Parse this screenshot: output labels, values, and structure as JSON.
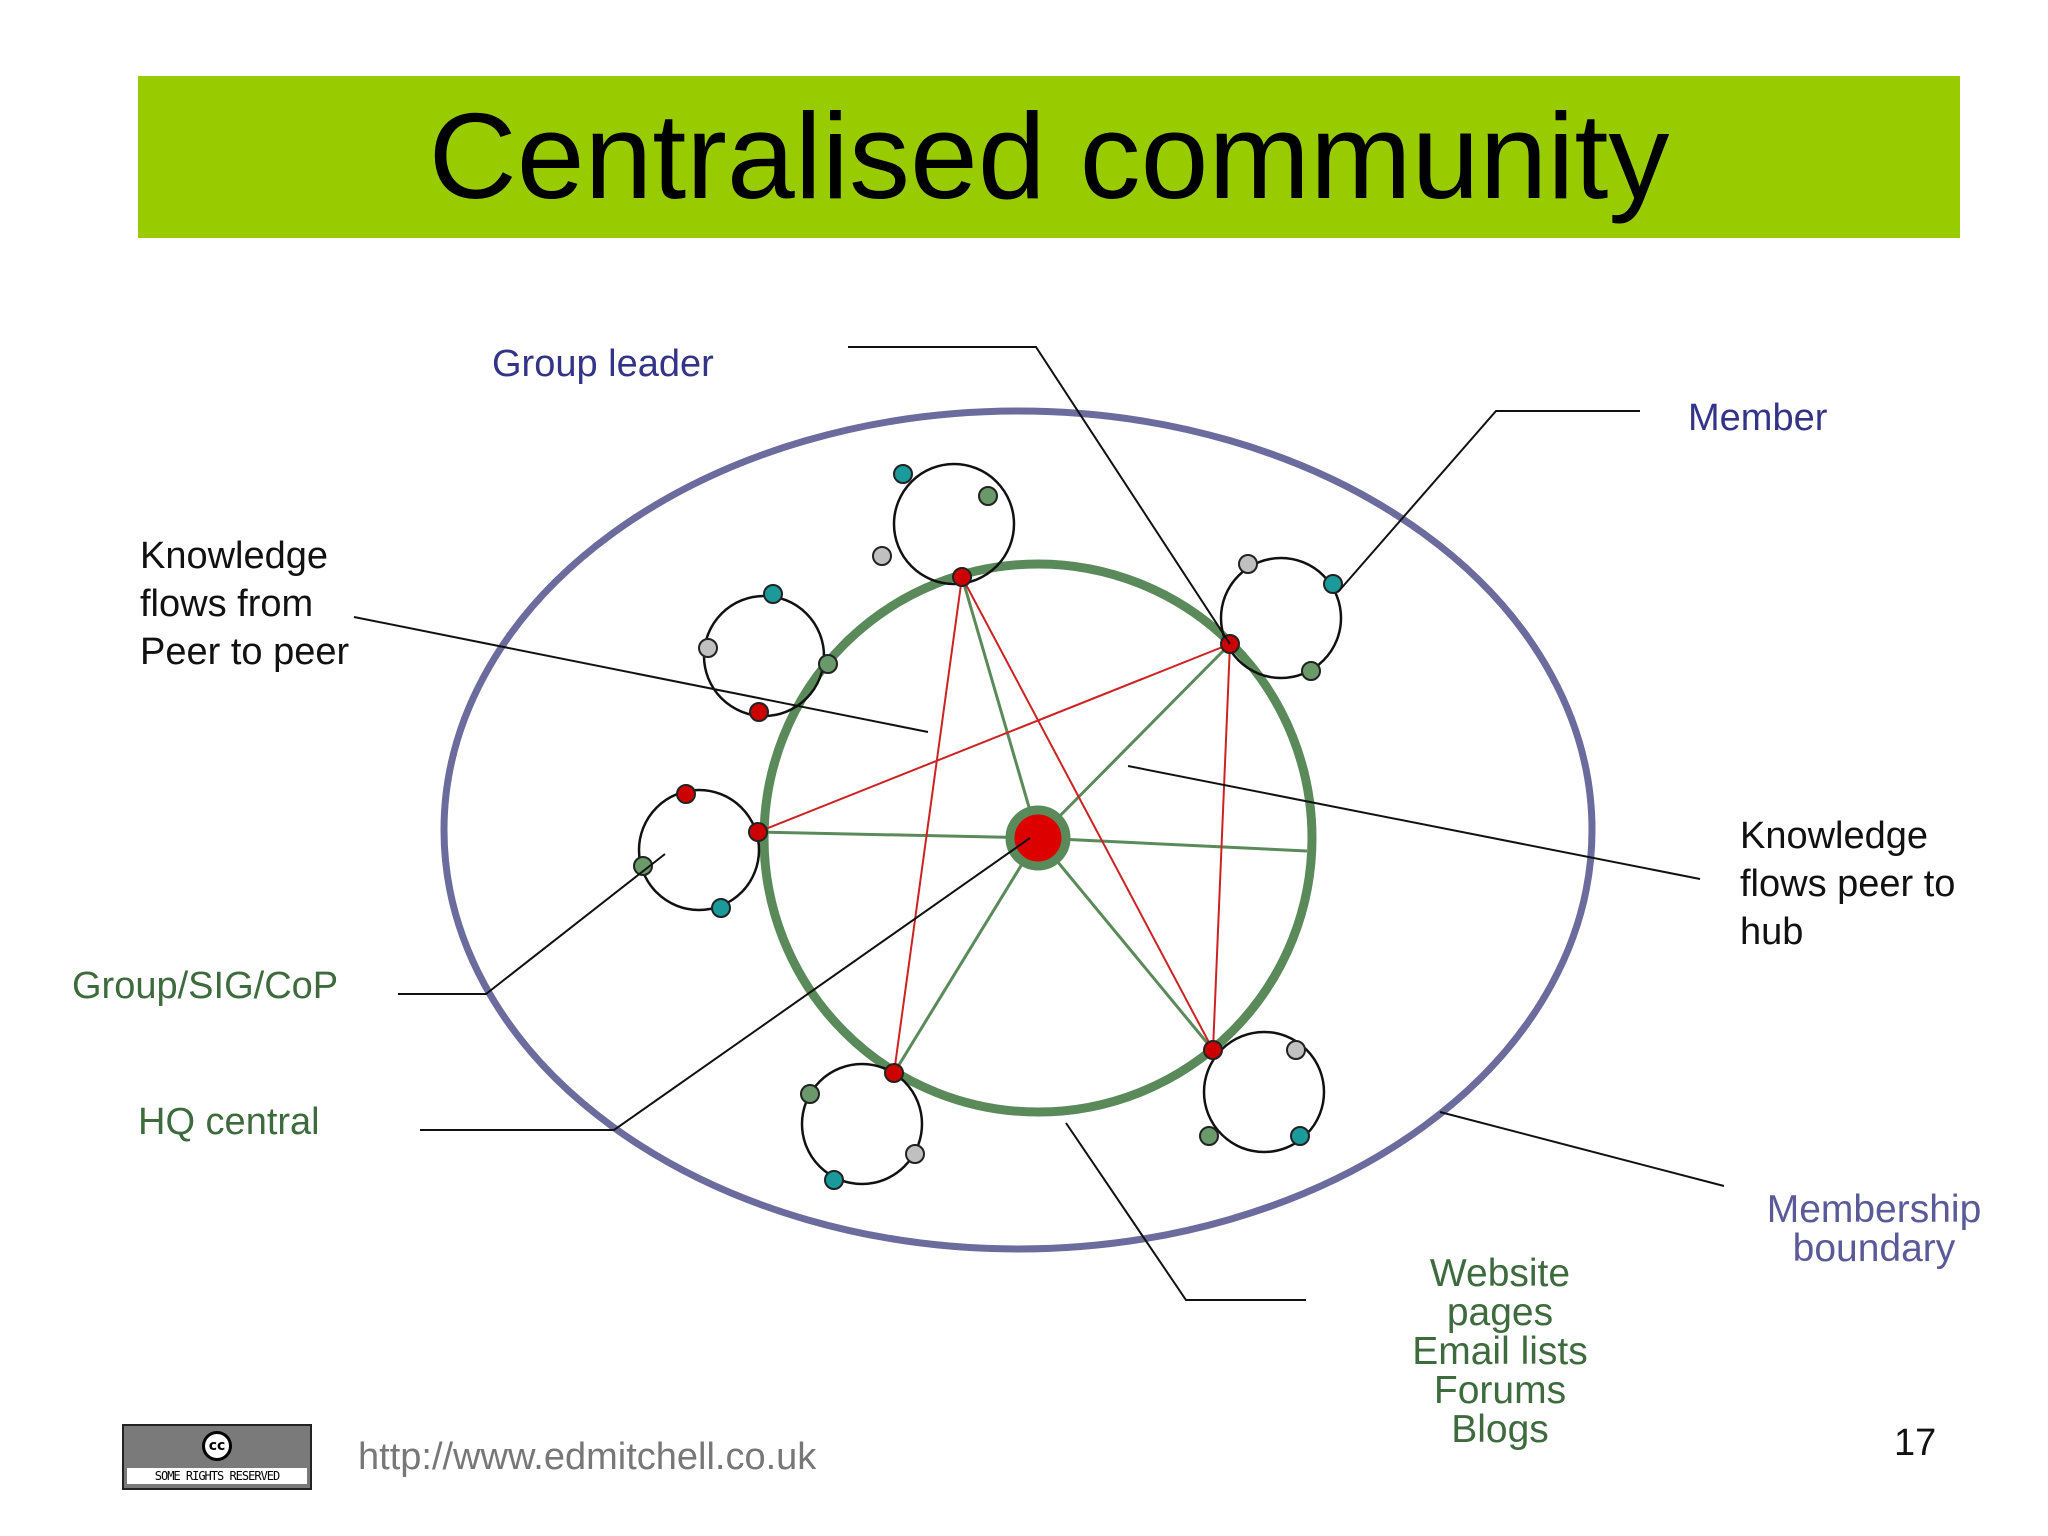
{
  "title": "Centralised community",
  "labels": {
    "group_leader": "Group leader",
    "member": "Member",
    "knowledge_peer_to_peer": [
      "Knowledge",
      "flows from",
      "Peer to peer"
    ],
    "knowledge_peer_to_hub": [
      "Knowledge",
      "flows peer to",
      "hub"
    ],
    "group_sig_cop": "Group/SIG/CoP",
    "hq_central": "HQ central",
    "membership_boundary": [
      "Membership",
      "boundary"
    ],
    "channels": [
      "Website",
      "pages",
      "Email lists",
      "Forums",
      "Blogs"
    ]
  },
  "footer": {
    "url": "http://www.edmitchell.co.uk",
    "page_number": "17",
    "license_logo": "cc",
    "license_strip": "SOME RIGHTS RESERVED"
  },
  "colors": {
    "title_bar": "#99cc00",
    "boundary": "#6b6b9e",
    "hub_ring": "#5a8a5a",
    "leader": "#cc0000",
    "peer_links": "#cc2222",
    "spokes": "#5a8a5a",
    "member_teal": "#1a9a9a",
    "member_green": "#6a9a6a",
    "member_grey": "#c0c0c0"
  },
  "icons": {
    "hub": "hq-hub-node",
    "leader": "group-leader-node",
    "member": "member-node"
  }
}
